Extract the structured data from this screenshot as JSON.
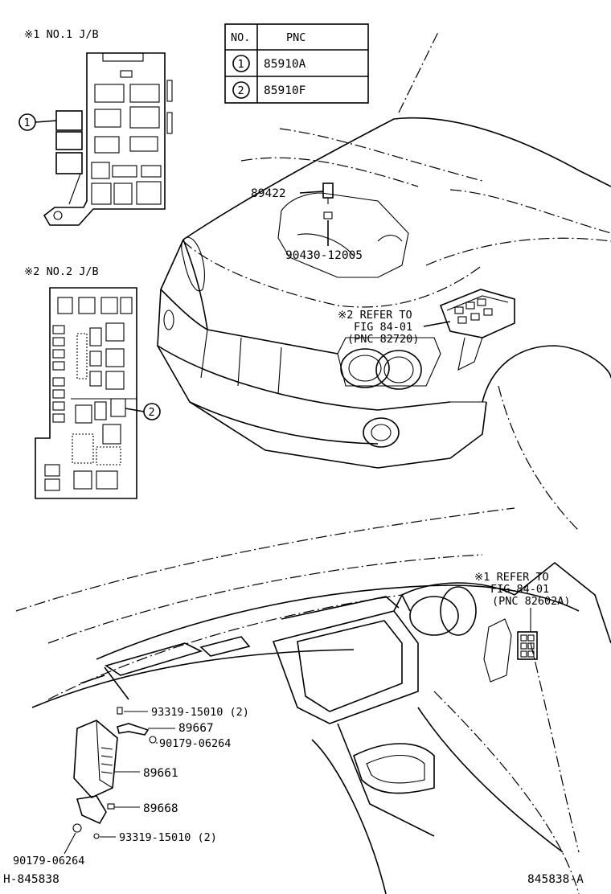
{
  "insets": {
    "jb1_title": "※1 NO.1 J/B",
    "jb2_title": "※2 NO.2 J/B"
  },
  "table": {
    "header_no": "NO.",
    "header_pnc": "PNC",
    "rows": [
      {
        "no": "1",
        "pnc": "85910A"
      },
      {
        "no": "2",
        "pnc": "85910F"
      }
    ]
  },
  "callouts": {
    "c1": "1",
    "c2": "2"
  },
  "engine_parts": {
    "p89422": "89422",
    "p90430": "90430-12005",
    "ref2_line1": "※2 REFER TO",
    "ref2_line2": "FIG 84-01",
    "ref2_line3": "(PNC 82720)"
  },
  "dash_parts": {
    "ref1_line1": "※1 REFER TO",
    "ref1_line2": "FIG 84-01",
    "ref1_line3": "(PNC 82602A)",
    "p93319_top": "93319-15010 (2)",
    "p89667": "89667",
    "p90179_right": "90179-06264",
    "p89661": "89661",
    "p89668": "89668",
    "p93319_bottom": "93319-15010 (2)",
    "p90179_left": "90179-06264"
  },
  "footer": {
    "left_code": "H-845838",
    "right_code": "845838-A"
  }
}
